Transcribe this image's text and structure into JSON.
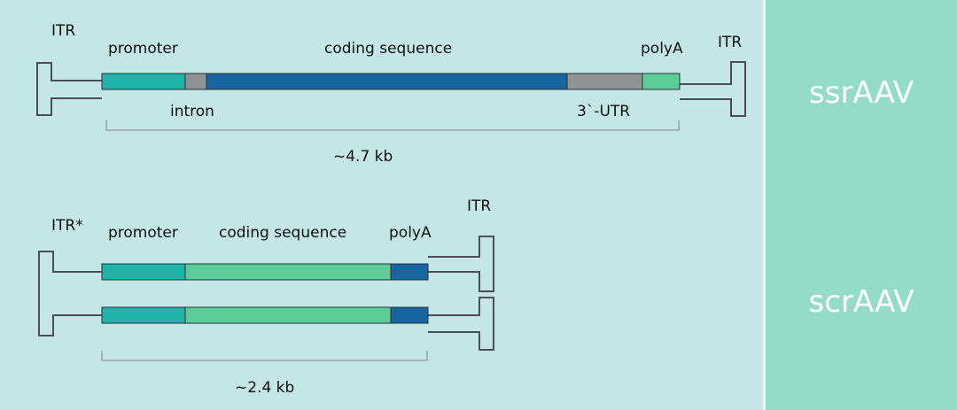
{
  "colors": {
    "background": "#c4e6e6",
    "side_panel": "#94dcc6",
    "divider": "#ffffff",
    "teal": "#20b3aa",
    "blue": "#17669f",
    "green": "#5ccd98",
    "gray": "#8f9394",
    "line": "#4b4f55"
  },
  "ss": {
    "itr_left": "ITR",
    "itr_right": "ITR",
    "promoter": "promoter",
    "coding": "coding sequence",
    "polya": "polyA",
    "intron": "intron",
    "utr": "3`-UTR",
    "size": "~4.7 kb"
  },
  "sc": {
    "itr_left": "ITR*",
    "itr_right": "ITR",
    "promoter": "promoter",
    "coding": "coding sequence",
    "polya": "polyA",
    "size": "~2.4 kb"
  },
  "panel": {
    "ss_label": "ssrAAV",
    "sc_label": "scrAAV"
  }
}
